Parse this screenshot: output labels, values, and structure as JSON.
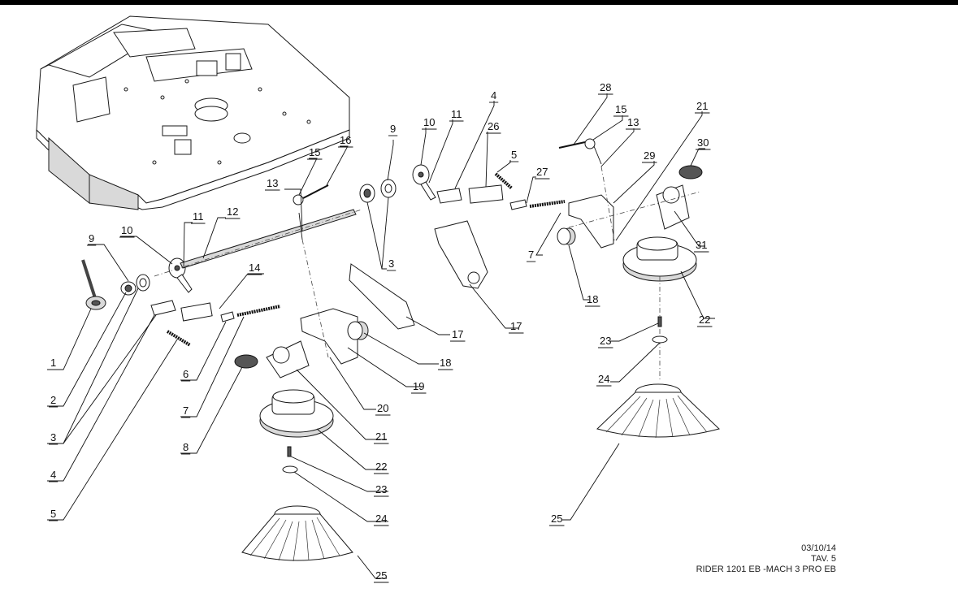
{
  "diagram": {
    "part_labels": {
      "p1": "1",
      "p2": "2",
      "p3a": "3",
      "p3b": "3",
      "p4a": "4",
      "p4b": "4",
      "p5a": "5",
      "p5b": "5",
      "p6": "6",
      "p7a": "7",
      "p7b": "7",
      "p8": "8",
      "p9a": "9",
      "p9b": "9",
      "p10a": "10",
      "p10b": "10",
      "p11a": "11",
      "p11b": "11",
      "p12": "12",
      "p13a": "13",
      "p13b": "13",
      "p14": "14",
      "p15a": "15",
      "p15b": "15",
      "p16": "16",
      "p17a": "17",
      "p17b": "17",
      "p18a": "18",
      "p18b": "18",
      "p19": "19",
      "p20": "20",
      "p21a": "21",
      "p21b": "21",
      "p22a": "22",
      "p22b": "22",
      "p23a": "23",
      "p23b": "23",
      "p24a": "24",
      "p24b": "24",
      "p25a": "25",
      "p25b": "25",
      "p26": "26",
      "p27": "27",
      "p28": "28",
      "p29": "29",
      "p30": "30",
      "p31": "31"
    }
  },
  "footer": {
    "date": "03/10/14",
    "table": "TAV. 5",
    "model": "RIDER 1201 EB -MACH 3 PRO EB"
  }
}
